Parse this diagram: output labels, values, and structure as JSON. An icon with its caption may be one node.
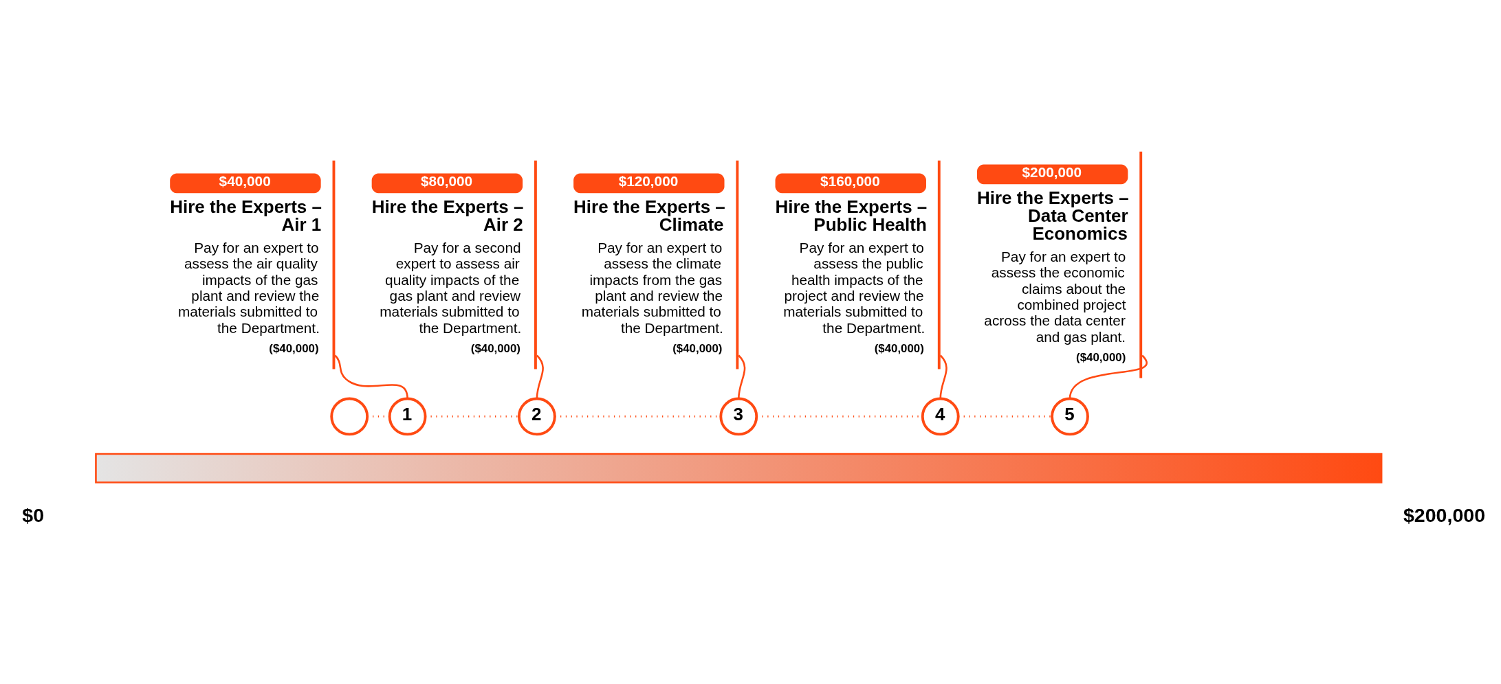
{
  "diagram": {
    "nodes": [
      {
        "text": [],
        "shape": "circle"
      },
      {
        "text": [
          "1"
        ]
      },
      {
        "text": [
          "2"
        ]
      },
      {
        "text": [
          "3"
        ]
      },
      {
        "text": [
          "4"
        ]
      },
      {
        "text": [
          "5"
        ]
      },
      {
        "text": [
          "$40,000",
          "Hire the Experts – Air 1",
          "Pay for an expert to assess the air quality impacts of the gas plant and review the materials submitted to the Department.",
          "($40,000)"
        ]
      },
      {
        "text": [
          "$80,000",
          "Hire the Experts – Air 2",
          "Pay for a second expert to assess air quality impacts of the gas plant and review materials submitted to the Department.",
          "($40,000)"
        ]
      },
      {
        "text": [
          "$120,000",
          "Hire the Experts – Climate",
          "Pay for an expert to assess the climate impacts from the gas plant and review the materials submitted to the Department.",
          "($40,000)"
        ]
      },
      {
        "text": [
          "$160,000",
          "Hire the Experts – Public Health",
          "Pay for an expert to assess the public health impacts of the project and review the materials submitted to the Department.",
          "($40,000)"
        ]
      },
      {
        "text": [
          "$200,000",
          "Hire the Experts – Data Center Economics",
          "Pay for an expert to assess the economic claims about the combined project across the data center and gas plant.",
          "($40,000)"
        ]
      },
      {
        "text": [],
        "shape": "bar"
      }
    ],
    "edges": [
      {
        "from": 0,
        "to": 1,
        "arrow": "none",
        "style": "dashed"
      },
      {
        "from": 1,
        "to": 2,
        "arrow": "none",
        "style": "dashed"
      },
      {
        "from": 2,
        "to": 3,
        "arrow": "none",
        "style": "dashed"
      },
      {
        "from": 3,
        "to": 4,
        "arrow": "none",
        "style": "dashed"
      },
      {
        "from": 4,
        "to": 5,
        "arrow": "none",
        "style": "dashed"
      },
      {
        "from": 6,
        "to": 1,
        "arrow": "none"
      },
      {
        "from": 7,
        "to": 2,
        "arrow": "none"
      },
      {
        "from": 8,
        "to": 3,
        "arrow": "none"
      },
      {
        "from": 9,
        "to": 4,
        "arrow": "none"
      },
      {
        "from": 10,
        "to": 5,
        "arrow": "none"
      }
    ],
    "labels": [
      "$0",
      "$200,000"
    ]
  }
}
